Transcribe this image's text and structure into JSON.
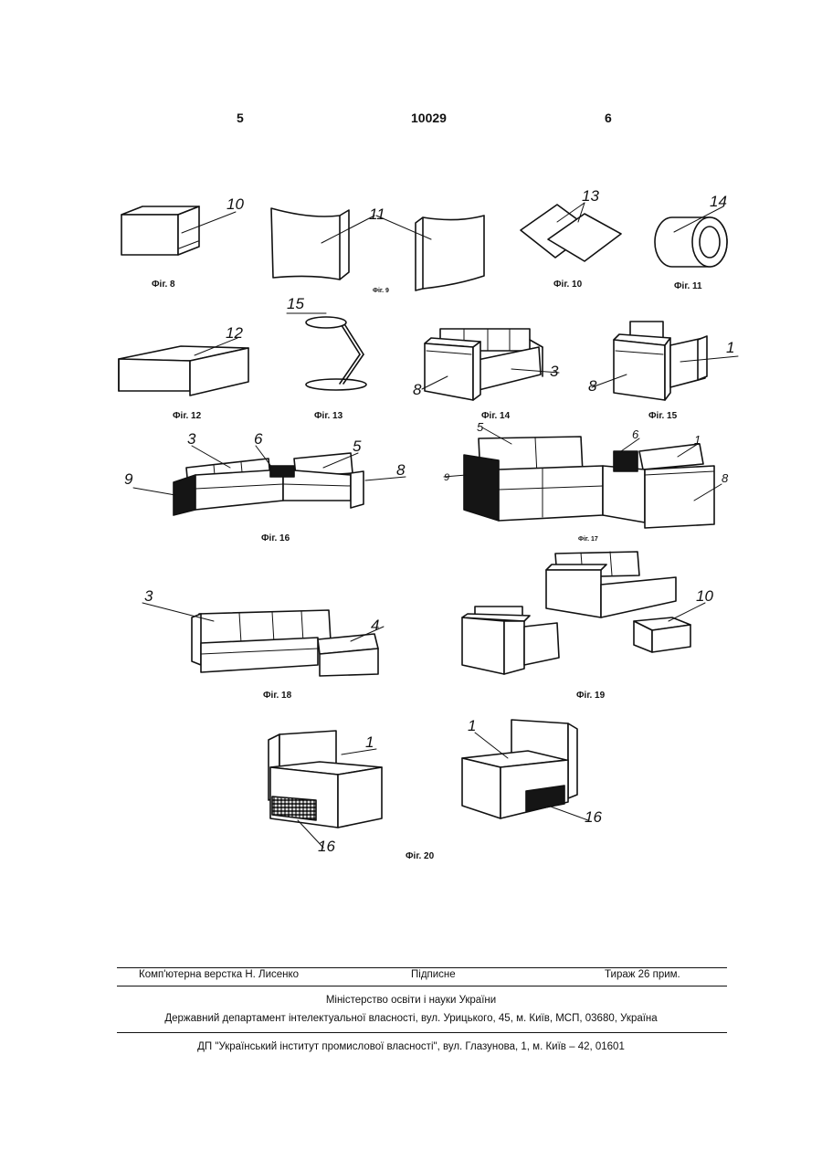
{
  "header": {
    "left_page": "5",
    "patent_number": "10029",
    "right_page": "6"
  },
  "figures": {
    "fig8": "Фіг. 8",
    "fig9": "Фіг. 9",
    "fig10": "Фіг. 10",
    "fig11": "Фіг. 11",
    "fig12": "Фіг. 12",
    "fig13": "Фіг. 13",
    "fig14": "Фіг. 14",
    "fig15": "Фіг. 15",
    "fig16": "Фіг. 16",
    "fig17": "Фіг. 17",
    "fig18": "Фіг. 18",
    "fig19": "Фіг. 19",
    "fig20": "Фіг. 20"
  },
  "labels": {
    "n10": "10",
    "n11": "11",
    "n13": "13",
    "n14": "14",
    "n12": "12",
    "n15": "15",
    "n8": "8",
    "n3": "3",
    "n1": "1",
    "n9": "9",
    "n6": "6",
    "n5": "5",
    "n4": "4",
    "n16": "16"
  },
  "footer": {
    "layout": "Комп'ютерна верстка Н. Лисенко",
    "signed": "Підписне",
    "print_run": "Тираж 26 прим.",
    "ministry": "Міністерство освіти і науки України",
    "department": "Державний департамент інтелектуальної власності, вул. Урицького, 45, м. Київ, МСП, 03680, Україна",
    "institute": "ДП \"Український інститут промислової власності\", вул. Глазунова, 1, м. Київ – 42, 01601"
  }
}
